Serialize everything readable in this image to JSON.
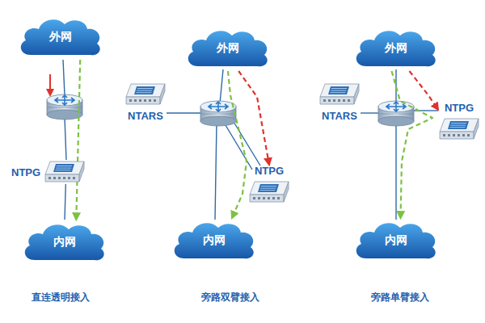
{
  "diagram": {
    "nodes": [
      {
        "text": [
          "外网"
        ]
      },
      {
        "text": [
          "NTPG"
        ]
      },
      {
        "text": [
          "内网"
        ]
      },
      {
        "text": [
          "外网"
        ]
      },
      {
        "text": [
          "NTARS"
        ]
      },
      {
        "text": [
          "NTPG"
        ]
      },
      {
        "text": [
          "内网"
        ]
      },
      {
        "text": [
          "外网"
        ]
      },
      {
        "text": [
          "NTARS"
        ]
      },
      {
        "text": [
          "NTPG"
        ]
      },
      {
        "text": [
          "内网"
        ]
      }
    ],
    "edges": [
      {
        "from": 0,
        "to": 2,
        "arrow": "to"
      },
      {
        "from": 1,
        "to": 2,
        "arrow": "none"
      },
      {
        "from": 3,
        "to": 5,
        "arrow": "to"
      },
      {
        "from": 3,
        "to": 6,
        "arrow": "to"
      },
      {
        "from": 7,
        "to": 9,
        "arrow": "to"
      },
      {
        "from": 7,
        "to": 10,
        "arrow": "to"
      }
    ],
    "labels": [
      "直连透明接入",
      "旁路双臂接入",
      "旁路单臂接入"
    ]
  }
}
